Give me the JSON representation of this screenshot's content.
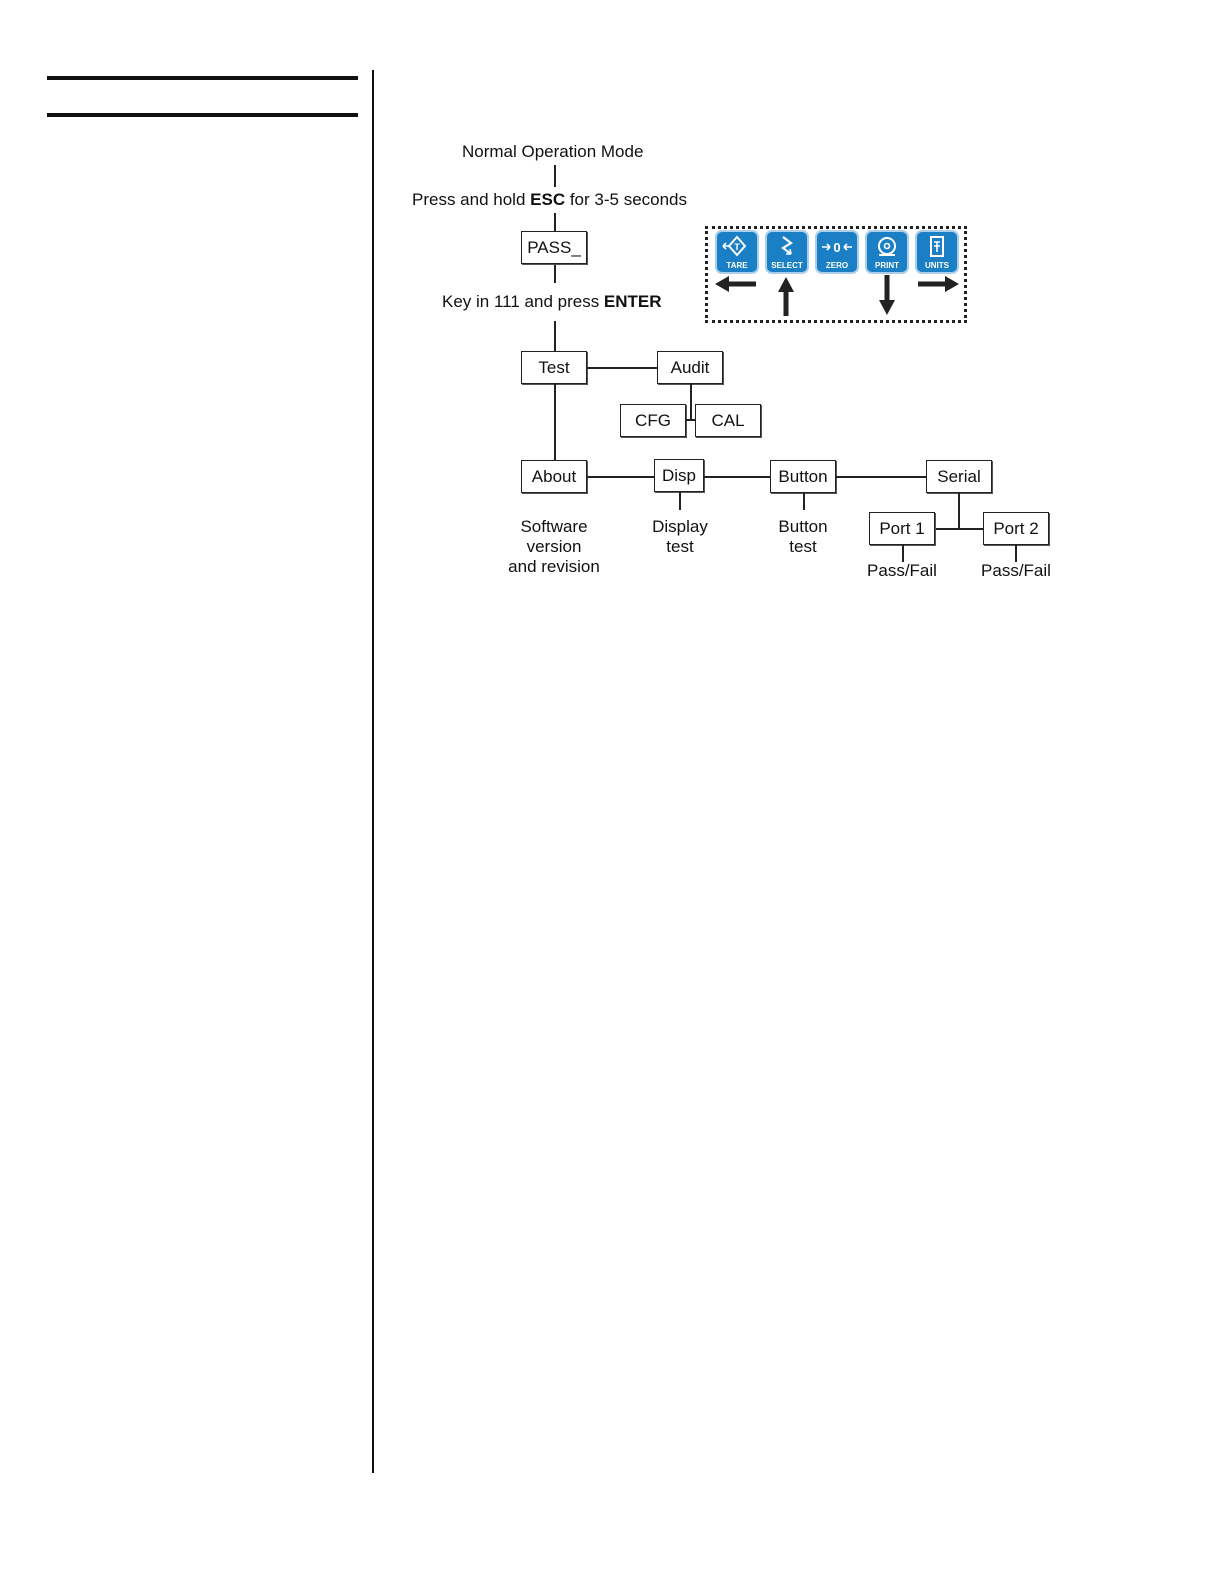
{
  "steps": {
    "normal_mode": "Normal Operation Mode",
    "press_hold_pre": "Press and hold ",
    "press_hold_key": "ESC",
    "press_hold_post": " for 3-5 seconds",
    "key_in_pre": "Key in 111 and press ",
    "key_in_key": "ENTER"
  },
  "boxes": {
    "pass": "PASS_",
    "test": "Test",
    "audit": "Audit",
    "cfg": "CFG",
    "cal": "CAL",
    "about": "About",
    "disp": "Disp",
    "button": "Button",
    "serial": "Serial",
    "port1": "Port 1",
    "port2": "Port 2"
  },
  "captions": {
    "about_l1": "Software",
    "about_l2": "version",
    "about_l3": "and revision",
    "disp_l1": "Display",
    "disp_l2": "test",
    "button_l1": "Button",
    "button_l2": "test",
    "port1": "Pass/Fail",
    "port2": "Pass/Fail"
  },
  "keypad": {
    "keys": [
      "TARE",
      "SELECT",
      "ZERO",
      "PRINT",
      "UNITS"
    ],
    "arrows": [
      "left-arrow",
      "up-arrow",
      "down-arrow",
      "right-arrow"
    ],
    "key_color": "#1a7fc4"
  }
}
